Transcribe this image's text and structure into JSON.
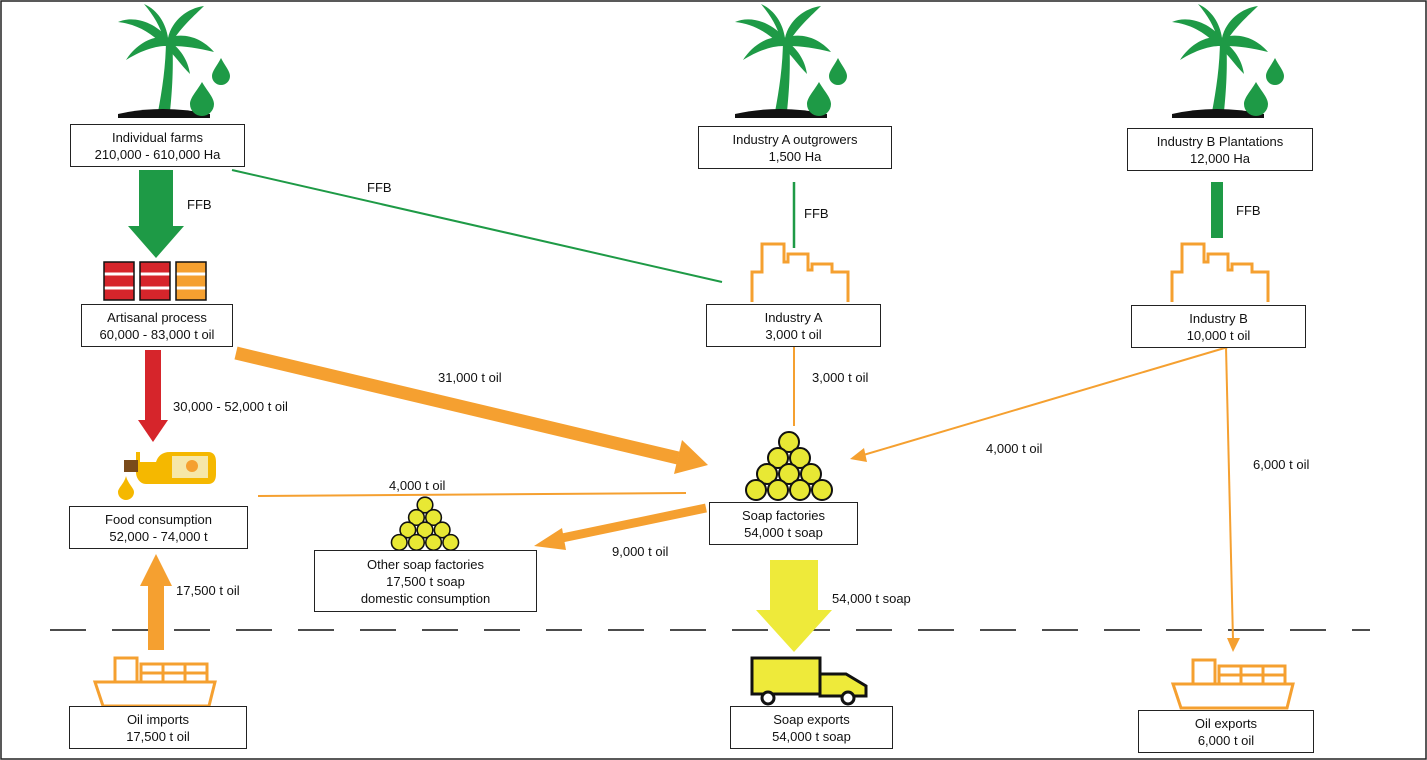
{
  "colors": {
    "green": "#1e9a46",
    "orange": "#f5a030",
    "red": "#d6252b",
    "yellow": "#eeea3a",
    "soap_ball": "#e8e834",
    "oil_drop": "#f5b800"
  },
  "nodes": {
    "individual_farms": {
      "title": "Individual farms",
      "value": "210,000 - 610,000 Ha"
    },
    "industry_a_outgrowers": {
      "title": "Industry A outgrowers",
      "value": "1,500 Ha"
    },
    "industry_b_plantations": {
      "title": "Industry B Plantations",
      "value": "12,000 Ha"
    },
    "artisanal_process": {
      "title": "Artisanal process",
      "value": "60,000 - 83,000 t oil"
    },
    "industry_a": {
      "title": "Industry A",
      "value": "3,000 t oil"
    },
    "industry_b": {
      "title": "Industry B",
      "value": "10,000 t oil"
    },
    "food_consumption": {
      "title": "Food consumption",
      "value": "52,000 - 74,000 t"
    },
    "soap_factories": {
      "title": "Soap factories",
      "value": "54,000 t soap"
    },
    "other_soap_factories": {
      "title": "Other soap factories",
      "value": "17,500 t soap",
      "extra": "domestic consumption"
    },
    "oil_imports": {
      "title": "Oil imports",
      "value": "17,500 t oil"
    },
    "soap_exports": {
      "title": "Soap exports",
      "value": "54,000 t soap"
    },
    "oil_exports": {
      "title": "Oil exports",
      "value": "6,000 t oil"
    }
  },
  "flows": {
    "farms_to_artisanal": "FFB",
    "farms_to_industry_a": "FFB",
    "outgrowers_to_industry_a": "FFB",
    "plantations_to_industry_b": "FFB",
    "artisanal_to_soap": "31,000 t oil",
    "artisanal_to_food": "30,000 - 52,000 t oil",
    "industry_a_to_soap": "3,000 t oil",
    "industry_b_to_soap": "4,000 t oil",
    "industry_b_to_exports": "6,000 t oil",
    "soap_to_food": "4,000 t oil",
    "soap_to_other": "9,000 t oil",
    "soap_to_exports": "54,000 t soap",
    "imports_to_food": "17,500 t oil"
  }
}
